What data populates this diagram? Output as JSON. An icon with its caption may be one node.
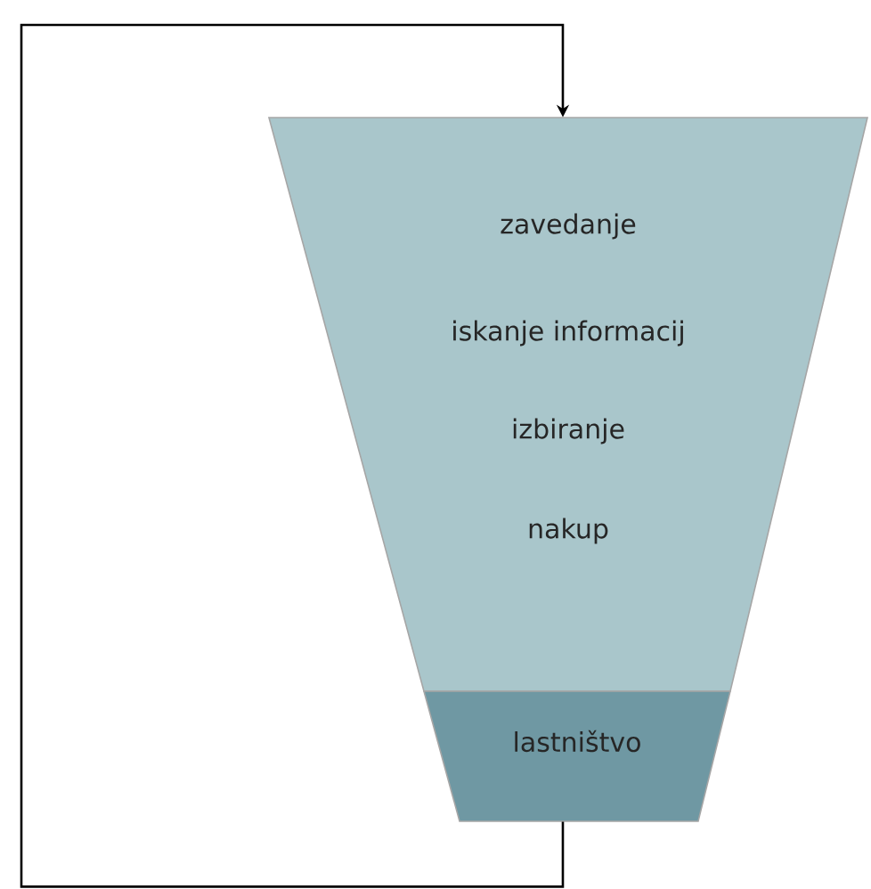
{
  "diagram": {
    "nodes": [
      {
        "text": [
          "zavedanje",
          "iskanje informacij",
          "izbiranje",
          "nakup"
        ]
      },
      {
        "text": [
          "lastništvo"
        ]
      }
    ],
    "edges": [
      {
        "from": 1,
        "to": 0,
        "arrow": "to"
      }
    ]
  }
}
